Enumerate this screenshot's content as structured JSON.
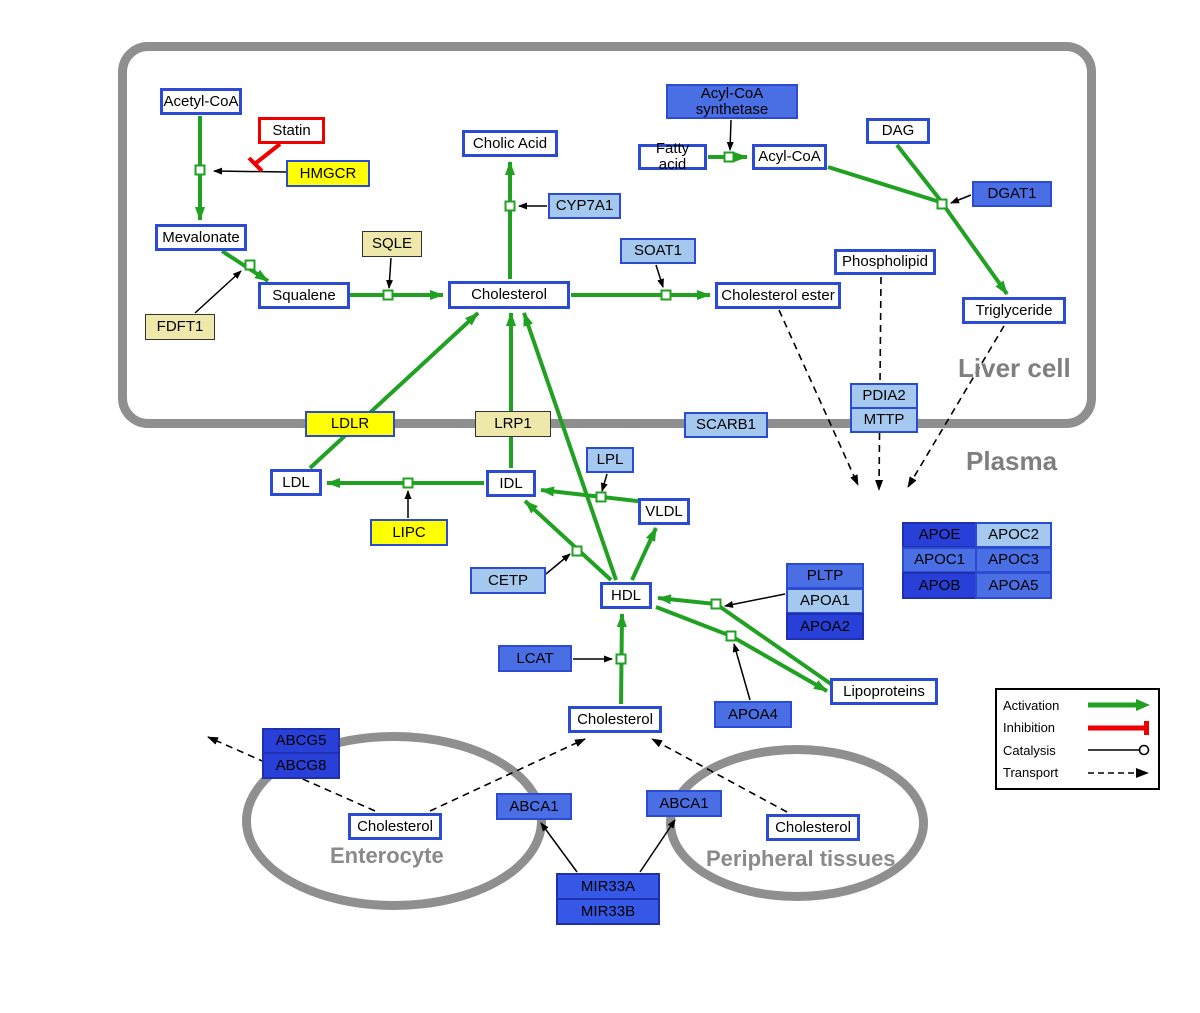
{
  "compartments": {
    "liver_label": "Liver cell",
    "plasma_label": "Plasma",
    "enterocyte_label": "Enterocyte",
    "peripheral_label": "Peripheral tissues"
  },
  "legend": {
    "activation": "Activation",
    "inhibition": "Inhibition",
    "catalysis": "Catalysis",
    "transport": "Transport"
  },
  "nodes": {
    "acetyl_coa": "Acetyl-CoA",
    "statin": "Statin",
    "hmgcr": "HMGCR",
    "mevalonate": "Mevalonate",
    "fdft1": "FDFT1",
    "squalene": "Squalene",
    "sqle": "SQLE",
    "cholesterol_liver": "Cholesterol",
    "cholic_acid": "Cholic Acid",
    "cyp7a1": "CYP7A1",
    "soat1": "SOAT1",
    "cholesterol_ester": "Cholesterol ester",
    "acyl_coa_synthetase": "Acyl-CoA synthetase",
    "fatty_acid": "Fatty acid",
    "acyl_coa": "Acyl-CoA",
    "dag": "DAG",
    "dgat1": "DGAT1",
    "phospholipid": "Phospholipid",
    "triglyceride": "Triglyceride",
    "pdia2": "PDIA2",
    "mttp": "MTTP",
    "ldlr": "LDLR",
    "lrp1": "LRP1",
    "scarb1": "SCARB1",
    "ldl": "LDL",
    "idl": "IDL",
    "lpl": "LPL",
    "vldl": "VLDL",
    "lipc": "LIPC",
    "cetp": "CETP",
    "hdl": "HDL",
    "pltp": "PLTP",
    "apoa1": "APOA1",
    "apoa2": "APOA2",
    "apoe": "APOE",
    "apoc2": "APOC2",
    "apoc1": "APOC1",
    "apoc3": "APOC3",
    "apob": "APOB",
    "apoa5": "APOA5",
    "lcat": "LCAT",
    "apoa4": "APOA4",
    "lipoproteins": "Lipoproteins",
    "cholesterol_plasma": "Cholesterol",
    "abcg5": "ABCG5",
    "abcg8": "ABCG8",
    "cholesterol_enterocyte": "Cholesterol",
    "abca1_enterocyte": "ABCA1",
    "abca1_peripheral": "ABCA1",
    "cholesterol_peripheral": "Cholesterol",
    "mir33a": "MIR33A",
    "mir33b": "MIR33B"
  },
  "colors": {
    "activation_green": "#21a121",
    "inhibition_red": "#ee0000",
    "metabolite_border_blue": "#2b4bd3",
    "gene_light_blue": "#a5c9ee",
    "gene_medium_blue": "#4a6fe4",
    "gene_dark_blue": "#2840d8",
    "gene_yellow": "#ffff00",
    "gene_khaki": "#eee8aa",
    "membrane_gray": "#8f8f8f"
  }
}
